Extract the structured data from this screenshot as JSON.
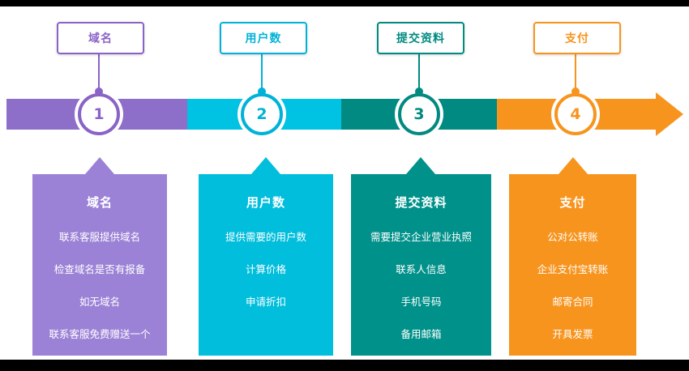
{
  "diagram": {
    "type": "process-flow",
    "canvas_color": "#ffffff",
    "frame_bar_color": "#000000",
    "arrow_color": "#f7941e"
  },
  "steps": [
    {
      "label": "域名",
      "number": "1",
      "color": "#8a63c7",
      "card_color": "#9b82d6",
      "card_title": "域名",
      "items": [
        "联系客服提供域名",
        "检查域名是否有报备",
        "如无域名",
        "联系客服免费赠送一个"
      ]
    },
    {
      "label": "用户数",
      "number": "2",
      "color": "#00b2d8",
      "card_color": "#00bedc",
      "card_title": "用户数",
      "items": [
        "提供需要的用户数",
        "计算价格",
        "申请折扣"
      ]
    },
    {
      "label": "提交资料",
      "number": "3",
      "color": "#008a80",
      "card_color": "#00918a",
      "card_title": "提交资料",
      "items": [
        "需要提交企业营业执照",
        "联系人信息",
        "手机号码",
        "备用邮箱"
      ]
    },
    {
      "label": "支付",
      "number": "4",
      "color": "#f7941e",
      "card_color": "#f7941e",
      "card_title": "支付",
      "items": [
        "公对公转账",
        "企业支付宝转账",
        "邮寄合同",
        "开具发票"
      ]
    }
  ]
}
